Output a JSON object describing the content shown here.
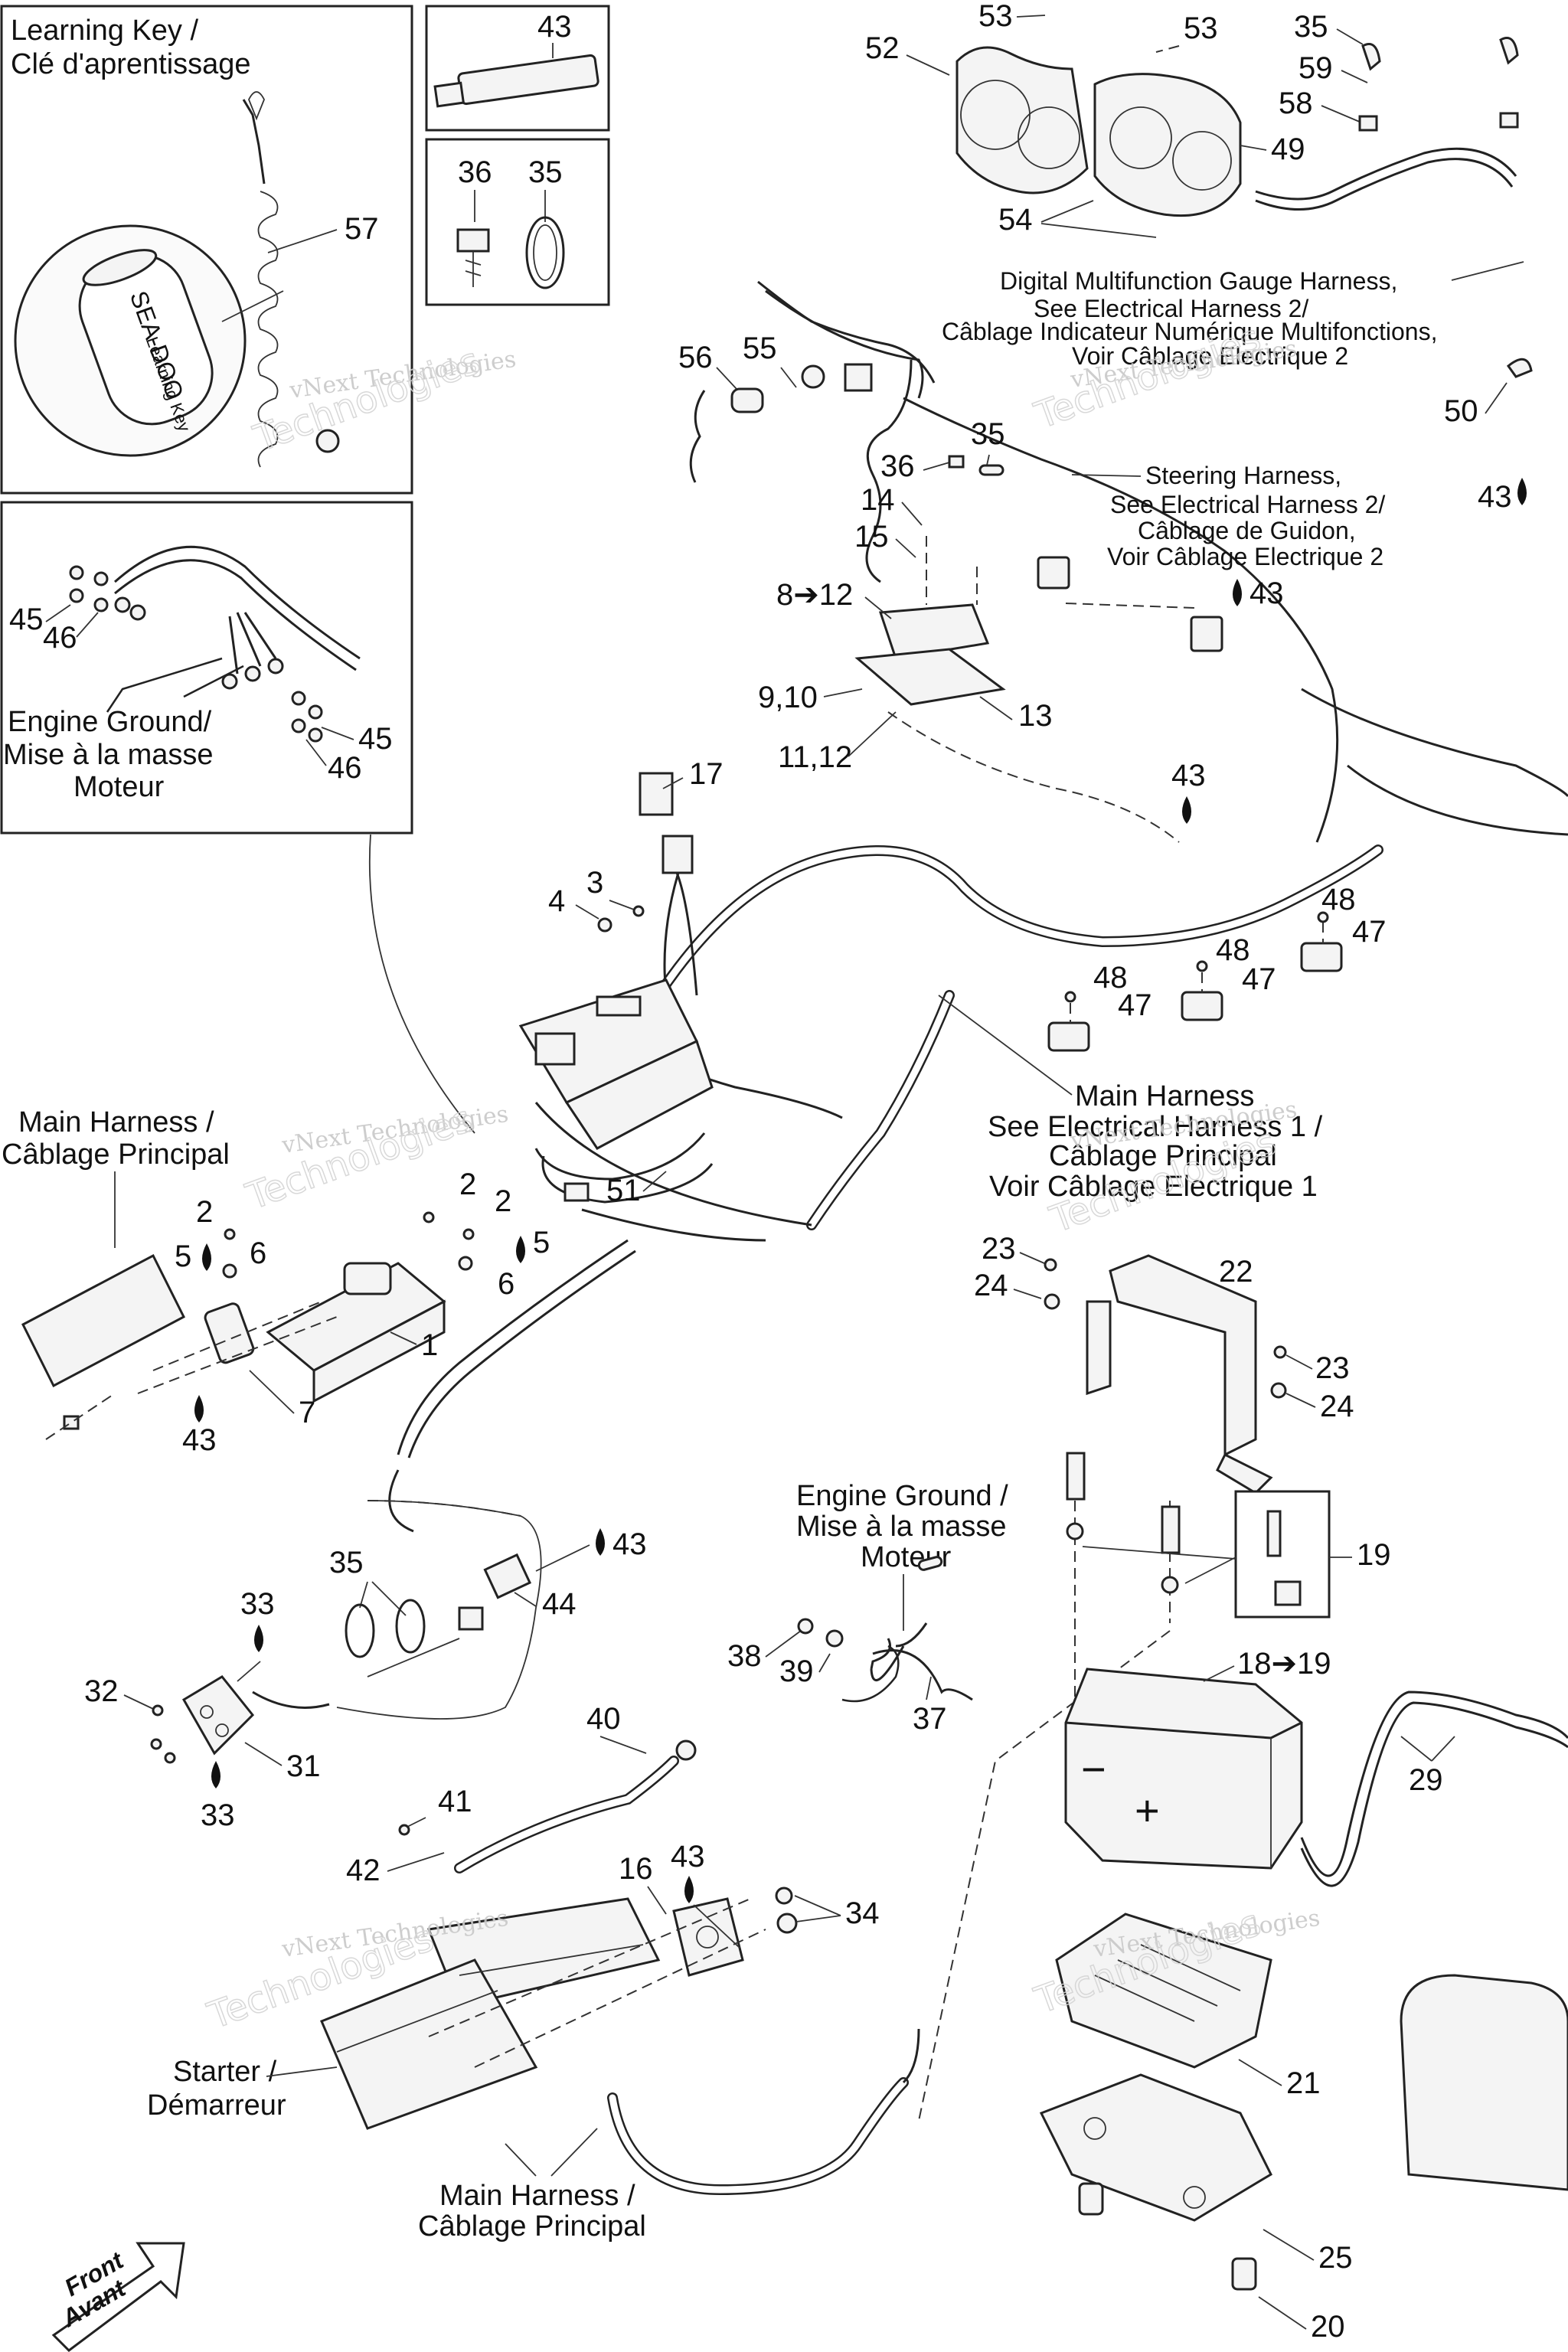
{
  "insets": {
    "learning_key": {
      "title_line1": "Learning Key /",
      "title_line2": "Clé d'aprentissage",
      "key_text_brand": "SEA-DOO",
      "key_text_type": "Learning Key"
    },
    "engine_ground_inset": {
      "line1": "Engine Ground/",
      "line2": "Mise à la masse",
      "line3": "Moteur"
    }
  },
  "captions": {
    "digital_gauge": {
      "line1": "Digital Multifunction Gauge Harness,",
      "line2": "See Electrical Harness 2/",
      "line3": "Câblage Indicateur Numérique Multifonctions,",
      "line4": "Voir Câblage Electrique 2"
    },
    "steering_harness": {
      "line1": "Steering Harness,",
      "line2": "See Electrical Harness 2/",
      "line3": "Câblage de Guidon,",
      "line4": "Voir Câblage Electrique 2"
    },
    "main_harness_right": {
      "line1": "Main Harness",
      "line2": "See Electrical Harness 1 /",
      "line3": "Câblage Principal",
      "line4": "Voir Câblage Electrique 1"
    },
    "main_harness_left": {
      "line1": "Main Harness /",
      "line2": "Câblage Principal"
    },
    "engine_ground_main": {
      "line1": "Engine Ground /",
      "line2": "Mise à la masse",
      "line3": "Moteur"
    },
    "starter": {
      "line1": "Starter /",
      "line2": "Démarreur"
    },
    "main_harness_bottom": {
      "line1": "Main Harness /",
      "line2": "Câblage Principal"
    },
    "front_arrow": {
      "line1": "Front",
      "line2": "Avant"
    }
  },
  "watermark": {
    "line1": "vNext Technologies",
    "line2": "Technologies"
  },
  "callouts": {
    "c43_tube": "43",
    "c36_top": "36",
    "c35_top": "35",
    "c57": "57",
    "c45a": "45",
    "c46a": "46",
    "c45b": "45",
    "c46b": "46",
    "c53a": "53",
    "c53b": "53",
    "c52": "52",
    "c49": "49",
    "c54": "54",
    "c35r": "35",
    "c59": "59",
    "c58": "58",
    "c50": "50",
    "c43r": "43",
    "c56": "56",
    "c55": "55",
    "c36m": "36",
    "c35m": "35",
    "c14": "14",
    "c15": "15",
    "c8_12": "8➔12",
    "c43s": "43",
    "c9_10": "9,10",
    "c11_12": "11,12",
    "c13": "13",
    "c43t": "43",
    "c17": "17",
    "c3": "3",
    "c4": "4",
    "c48a": "48",
    "c47a": "47",
    "c48b": "48",
    "c47b": "47",
    "c48c": "48",
    "c47c": "47",
    "c51": "51",
    "c2a": "2",
    "c5a": "5",
    "c6a": "6",
    "c2b": "2",
    "c2c": "2",
    "c5b": "5",
    "c6b": "6",
    "c1": "1",
    "c7": "7",
    "c43u": "43",
    "c23a": "23",
    "c24a": "24",
    "c22": "22",
    "c23b": "23",
    "c24b": "24",
    "c35b": "35",
    "c43v": "43",
    "c44": "44",
    "c33a": "33",
    "c32": "32",
    "c31": "31",
    "c33b": "33",
    "c38": "38",
    "c39": "39",
    "c37": "37",
    "c19": "19",
    "c18_19": "18➔19",
    "c29": "29",
    "c40": "40",
    "c41": "41",
    "c42": "42",
    "c16": "16",
    "c43w": "43",
    "c34": "34",
    "c21": "21",
    "c25": "25",
    "c20": "20",
    "battery_minus": "−",
    "battery_plus": "+"
  }
}
